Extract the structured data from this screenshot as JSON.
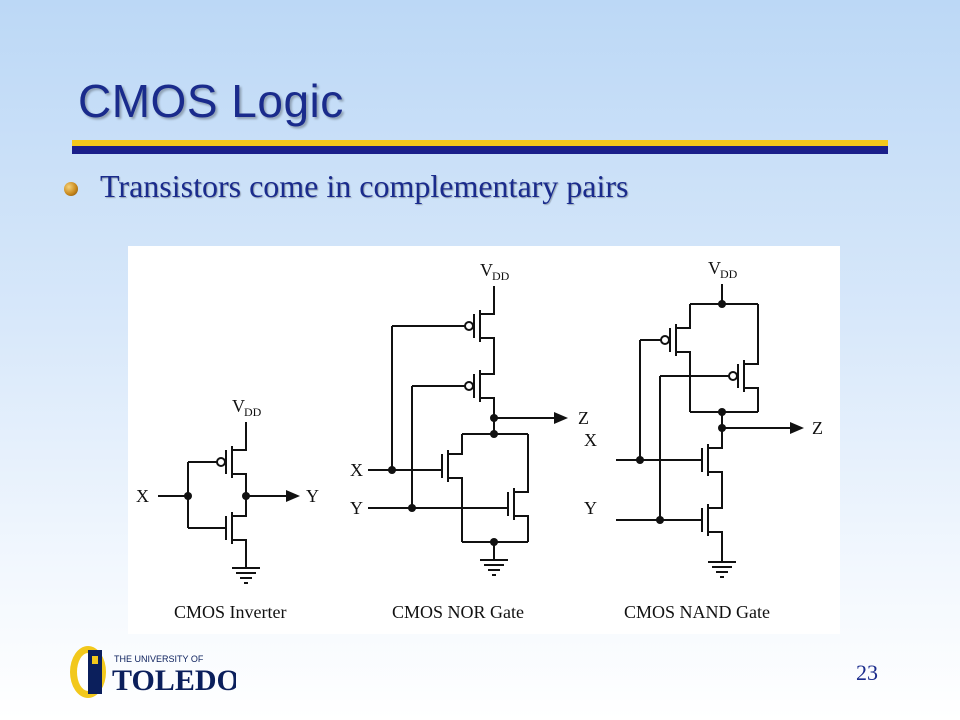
{
  "slide": {
    "title": "CMOS Logic",
    "bullet": "Transistors come in complementary pairs",
    "page_number": "23"
  },
  "figure": {
    "inverter": {
      "caption": "CMOS Inverter",
      "vdd": "V",
      "vdd_sub": "DD",
      "input": "X",
      "output": "Y"
    },
    "nor": {
      "caption": "CMOS NOR Gate",
      "vdd": "V",
      "vdd_sub": "DD",
      "input_x": "X",
      "input_y": "Y",
      "output": "Z"
    },
    "nand": {
      "caption": "CMOS NAND Gate",
      "vdd": "V",
      "vdd_sub": "DD",
      "input_x": "X",
      "input_y": "Y",
      "output": "Z"
    }
  },
  "logo": {
    "line1": "THE UNIVERSITY OF",
    "line2": "TOLEDO",
    "colors": {
      "navy": "#0b1f5c",
      "gold": "#f2c81c"
    }
  },
  "colors": {
    "title": "#1a2b8c",
    "rule_gold": "#f2c81c",
    "rule_navy": "#1a1f8a"
  }
}
